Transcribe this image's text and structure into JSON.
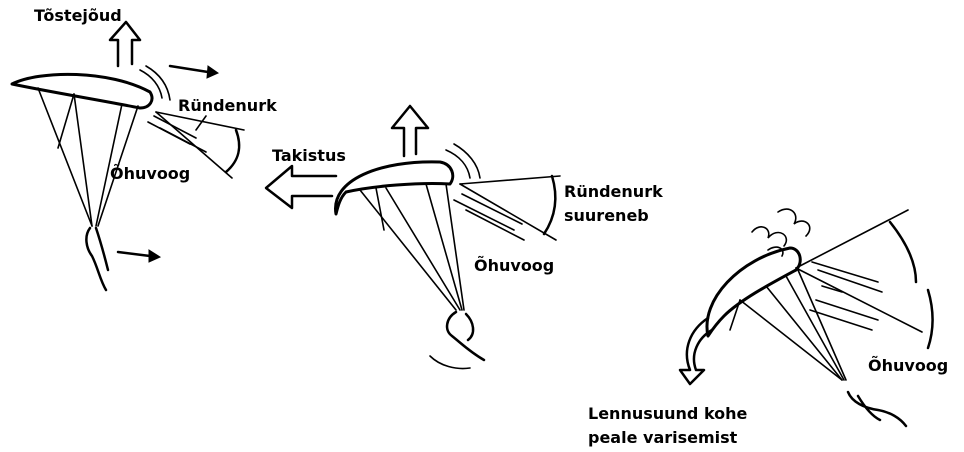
{
  "labels": {
    "lift": "Tõstejõud",
    "angle_of_attack": "Ründenurk",
    "airflow_1": "Õhuvoog",
    "drag": "Takistus",
    "angle_increases_1": "Ründenurk",
    "angle_increases_2": "suureneb",
    "airflow_2": "Õhuvoog",
    "airflow_3": "Õhuvoog",
    "flight_dir_1": "Lennusuund kohe",
    "flight_dir_2": "peale varisemist"
  }
}
